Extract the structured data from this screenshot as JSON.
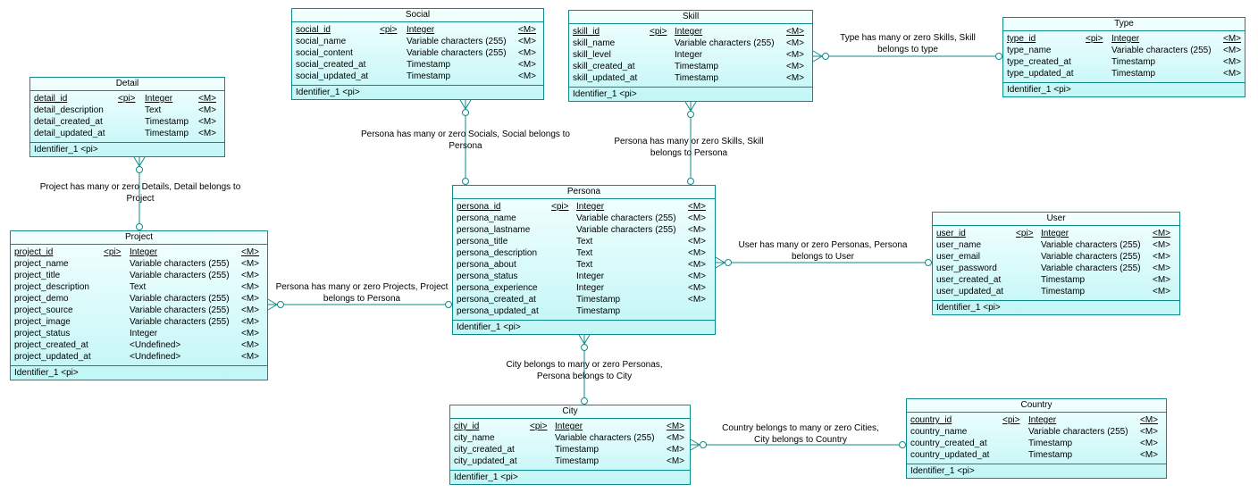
{
  "colors": {
    "entity_border": "#0e8a8a",
    "entity_fill_top": "#f4ffff",
    "entity_fill_bottom": "#c2f6f6",
    "line": "#0e8a8a"
  },
  "entities": {
    "social": {
      "name": "Social",
      "attributes": [
        {
          "name": "social_id",
          "pi": "<pi>",
          "type": "Integer",
          "m": "<M>"
        },
        {
          "name": "social_name",
          "pi": "",
          "type": "Variable characters (255)",
          "m": "<M>"
        },
        {
          "name": "social_content",
          "pi": "",
          "type": "Variable characters (255)",
          "m": "<M>"
        },
        {
          "name": "social_created_at",
          "pi": "",
          "type": "Timestamp",
          "m": "<M>"
        },
        {
          "name": "social_updated_at",
          "pi": "",
          "type": "Timestamp",
          "m": "<M>"
        }
      ],
      "identifier": "Identifier_1   <pi>"
    },
    "skill": {
      "name": "Skill",
      "attributes": [
        {
          "name": "skill_id",
          "pi": "<pi>",
          "type": "Integer",
          "m": "<M>"
        },
        {
          "name": "skill_name",
          "pi": "",
          "type": "Variable characters (255)",
          "m": "<M>"
        },
        {
          "name": "skill_level",
          "pi": "",
          "type": "Integer",
          "m": "<M>"
        },
        {
          "name": "skill_created_at",
          "pi": "",
          "type": "Timestamp",
          "m": "<M>"
        },
        {
          "name": "skill_updated_at",
          "pi": "",
          "type": "Timestamp",
          "m": "<M>"
        }
      ],
      "identifier": "Identifier_1   <pi>"
    },
    "type": {
      "name": "Type",
      "attributes": [
        {
          "name": "type_id",
          "pi": "<pi>",
          "type": "Integer",
          "m": "<M>"
        },
        {
          "name": "type_name",
          "pi": "",
          "type": "Variable characters (255)",
          "m": "<M>"
        },
        {
          "name": "type_created_at",
          "pi": "",
          "type": "Timestamp",
          "m": "<M>"
        },
        {
          "name": "type_updated_at",
          "pi": "",
          "type": "Timestamp",
          "m": "<M>"
        }
      ],
      "identifier": "Identifier_1   <pi>"
    },
    "detail": {
      "name": "Detail",
      "attributes": [
        {
          "name": "detail_id",
          "pi": "<pi>",
          "type": "Integer",
          "m": "<M>"
        },
        {
          "name": "detail_description",
          "pi": "",
          "type": "Text",
          "m": "<M>"
        },
        {
          "name": "detail_created_at",
          "pi": "",
          "type": "Timestamp",
          "m": "<M>"
        },
        {
          "name": "detail_updated_at",
          "pi": "",
          "type": "Timestamp",
          "m": "<M>"
        }
      ],
      "identifier": "Identifier_1   <pi>"
    },
    "persona": {
      "name": "Persona",
      "attributes": [
        {
          "name": "persona_id",
          "pi": "<pi>",
          "type": "Integer",
          "m": "<M>"
        },
        {
          "name": "persona_name",
          "pi": "",
          "type": "Variable characters (255)",
          "m": "<M>"
        },
        {
          "name": "persona_lastname",
          "pi": "",
          "type": "Variable characters (255)",
          "m": "<M>"
        },
        {
          "name": "persona_title",
          "pi": "",
          "type": "Text",
          "m": "<M>"
        },
        {
          "name": "persona_description",
          "pi": "",
          "type": "Text",
          "m": "<M>"
        },
        {
          "name": "persona_about",
          "pi": "",
          "type": "Text",
          "m": "<M>"
        },
        {
          "name": "persona_status",
          "pi": "",
          "type": "Integer",
          "m": "<M>"
        },
        {
          "name": "persona_experience",
          "pi": "",
          "type": "Integer",
          "m": "<M>"
        },
        {
          "name": "persona_created_at",
          "pi": "",
          "type": "Timestamp",
          "m": "<M>"
        },
        {
          "name": "persona_updated_at",
          "pi": "",
          "type": "Timestamp",
          "m": ""
        }
      ],
      "identifier": "Identifier_1   <pi>"
    },
    "user": {
      "name": "User",
      "attributes": [
        {
          "name": "user_id",
          "pi": "<pi>",
          "type": "Integer",
          "m": "<M>"
        },
        {
          "name": "user_name",
          "pi": "",
          "type": "Variable characters (255)",
          "m": "<M>"
        },
        {
          "name": "user_email",
          "pi": "",
          "type": "Variable characters (255)",
          "m": "<M>"
        },
        {
          "name": "user_password",
          "pi": "",
          "type": "Variable characters (255)",
          "m": "<M>"
        },
        {
          "name": "user_created_at",
          "pi": "",
          "type": "Timestamp",
          "m": "<M>"
        },
        {
          "name": "user_updated_at",
          "pi": "",
          "type": "Timestamp",
          "m": "<M>"
        }
      ],
      "identifier": "Identifier_1   <pi>"
    },
    "project": {
      "name": "Project",
      "attributes": [
        {
          "name": "project_id",
          "pi": "<pi>",
          "type": "Integer",
          "m": "<M>"
        },
        {
          "name": "project_name",
          "pi": "",
          "type": "Variable characters (255)",
          "m": "<M>"
        },
        {
          "name": "project_title",
          "pi": "",
          "type": "Variable characters (255)",
          "m": "<M>"
        },
        {
          "name": "project_description",
          "pi": "",
          "type": "Text",
          "m": "<M>"
        },
        {
          "name": "project_demo",
          "pi": "",
          "type": "Variable characters (255)",
          "m": "<M>"
        },
        {
          "name": "project_source",
          "pi": "",
          "type": "Variable characters (255)",
          "m": "<M>"
        },
        {
          "name": "project_image",
          "pi": "",
          "type": "Variable characters (255)",
          "m": "<M>"
        },
        {
          "name": "project_status",
          "pi": "",
          "type": "Integer",
          "m": "<M>"
        },
        {
          "name": "project_created_at",
          "pi": "",
          "type": "<Undefined>",
          "m": "<M>"
        },
        {
          "name": "project_updated_at",
          "pi": "",
          "type": "<Undefined>",
          "m": "<M>"
        }
      ],
      "identifier": "Identifier_1   <pi>"
    },
    "city": {
      "name": "City",
      "attributes": [
        {
          "name": "city_id",
          "pi": "<pi>",
          "type": "Integer",
          "m": "<M>"
        },
        {
          "name": "city_name",
          "pi": "",
          "type": "Variable characters (255)",
          "m": "<M>"
        },
        {
          "name": "city_created_at",
          "pi": "",
          "type": "Timestamp",
          "m": "<M>"
        },
        {
          "name": "city_updated_at",
          "pi": "",
          "type": "Timestamp",
          "m": "<M>"
        }
      ],
      "identifier": "Identifier_1   <pi>"
    },
    "country": {
      "name": "Country",
      "attributes": [
        {
          "name": "country_id",
          "pi": "<pi>",
          "type": "Integer",
          "m": "<M>"
        },
        {
          "name": "country_name",
          "pi": "",
          "type": "Variable characters (255)",
          "m": "<M>"
        },
        {
          "name": "country_created_at",
          "pi": "",
          "type": "Timestamp",
          "m": "<M>"
        },
        {
          "name": "country_updated_at",
          "pi": "",
          "type": "Timestamp",
          "m": "<M>"
        }
      ],
      "identifier": "Identifier_1   <pi>"
    }
  },
  "relationships": {
    "persona_social": {
      "line1": "Persona has many or zero Socials, Social belongs to",
      "line2": "Persona"
    },
    "persona_skill": {
      "line1": "Persona has many or zero Skills, Skill",
      "line2": "belongs to Persona"
    },
    "type_skill": {
      "line1": "Type has many or zero Skills, Skill",
      "line2": "belongs to type"
    },
    "project_detail": {
      "line1": "Project has many or zero Details, Detail belongs to",
      "line2": "Project"
    },
    "persona_project": {
      "line1": "Persona has many or zero Projects, Project",
      "line2": "belongs to Persona"
    },
    "user_persona": {
      "line1": "User has many or zero Personas, Persona",
      "line2": "belongs to User"
    },
    "city_persona": {
      "line1": "City belongs to many or zero Personas,",
      "line2": "Persona belongs to City"
    },
    "country_city": {
      "line1": "Country belongs to many or zero Cities,",
      "line2": "City belongs to Country"
    }
  }
}
